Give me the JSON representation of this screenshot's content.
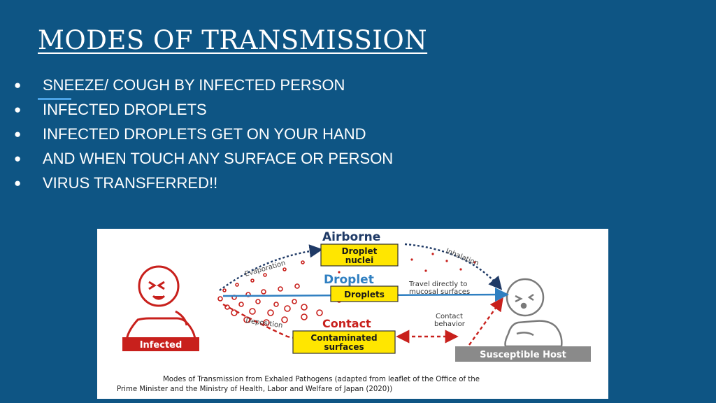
{
  "title": "MODES OF TRANSMISSION",
  "bullets": [
    "SNEEZE/ COUGH BY INFECTED PERSON",
    "INFECTED DROPLETS",
    "INFECTED DROPLETS GET ON YOUR HAND",
    "AND WHEN TOUCH ANY SURFACE OR PERSON",
    "VIRUS TRANSFERRED!!"
  ],
  "bullet_glyph": "●",
  "colors": {
    "background": "#0e5584",
    "text": "#ffffff",
    "infected_red": "#c8201c",
    "label_yellow": "#ffe600",
    "droplet_blue": "#2f7fc1",
    "host_gray": "#8a8a8a"
  },
  "diagram": {
    "airborne": "Airborne",
    "droplet_nuclei_1": "Droplet",
    "droplet_nuclei_2": "nuclei",
    "droplet": "Droplet",
    "droplets": "Droplets",
    "contact": "Contact",
    "contaminated_1": "Contaminated",
    "contaminated_2": "surfaces",
    "evaporation": "Evaporation",
    "inhalation": "Inhalation",
    "deposition": "Deposition",
    "travel_1": "Travel directly to",
    "travel_2": "mucosal surfaces",
    "contact_behavior_1": "Contact",
    "contact_behavior_2": "behavior",
    "infected": "Infected",
    "susceptible_host": "Susceptible Host",
    "caption_1": "Modes of Transmission from Exhaled Pathogens (adapted from leaflet of the Office of the",
    "caption_2": "Prime Minister and the Ministry of Health, Labor and Welfare of Japan (2020))"
  }
}
